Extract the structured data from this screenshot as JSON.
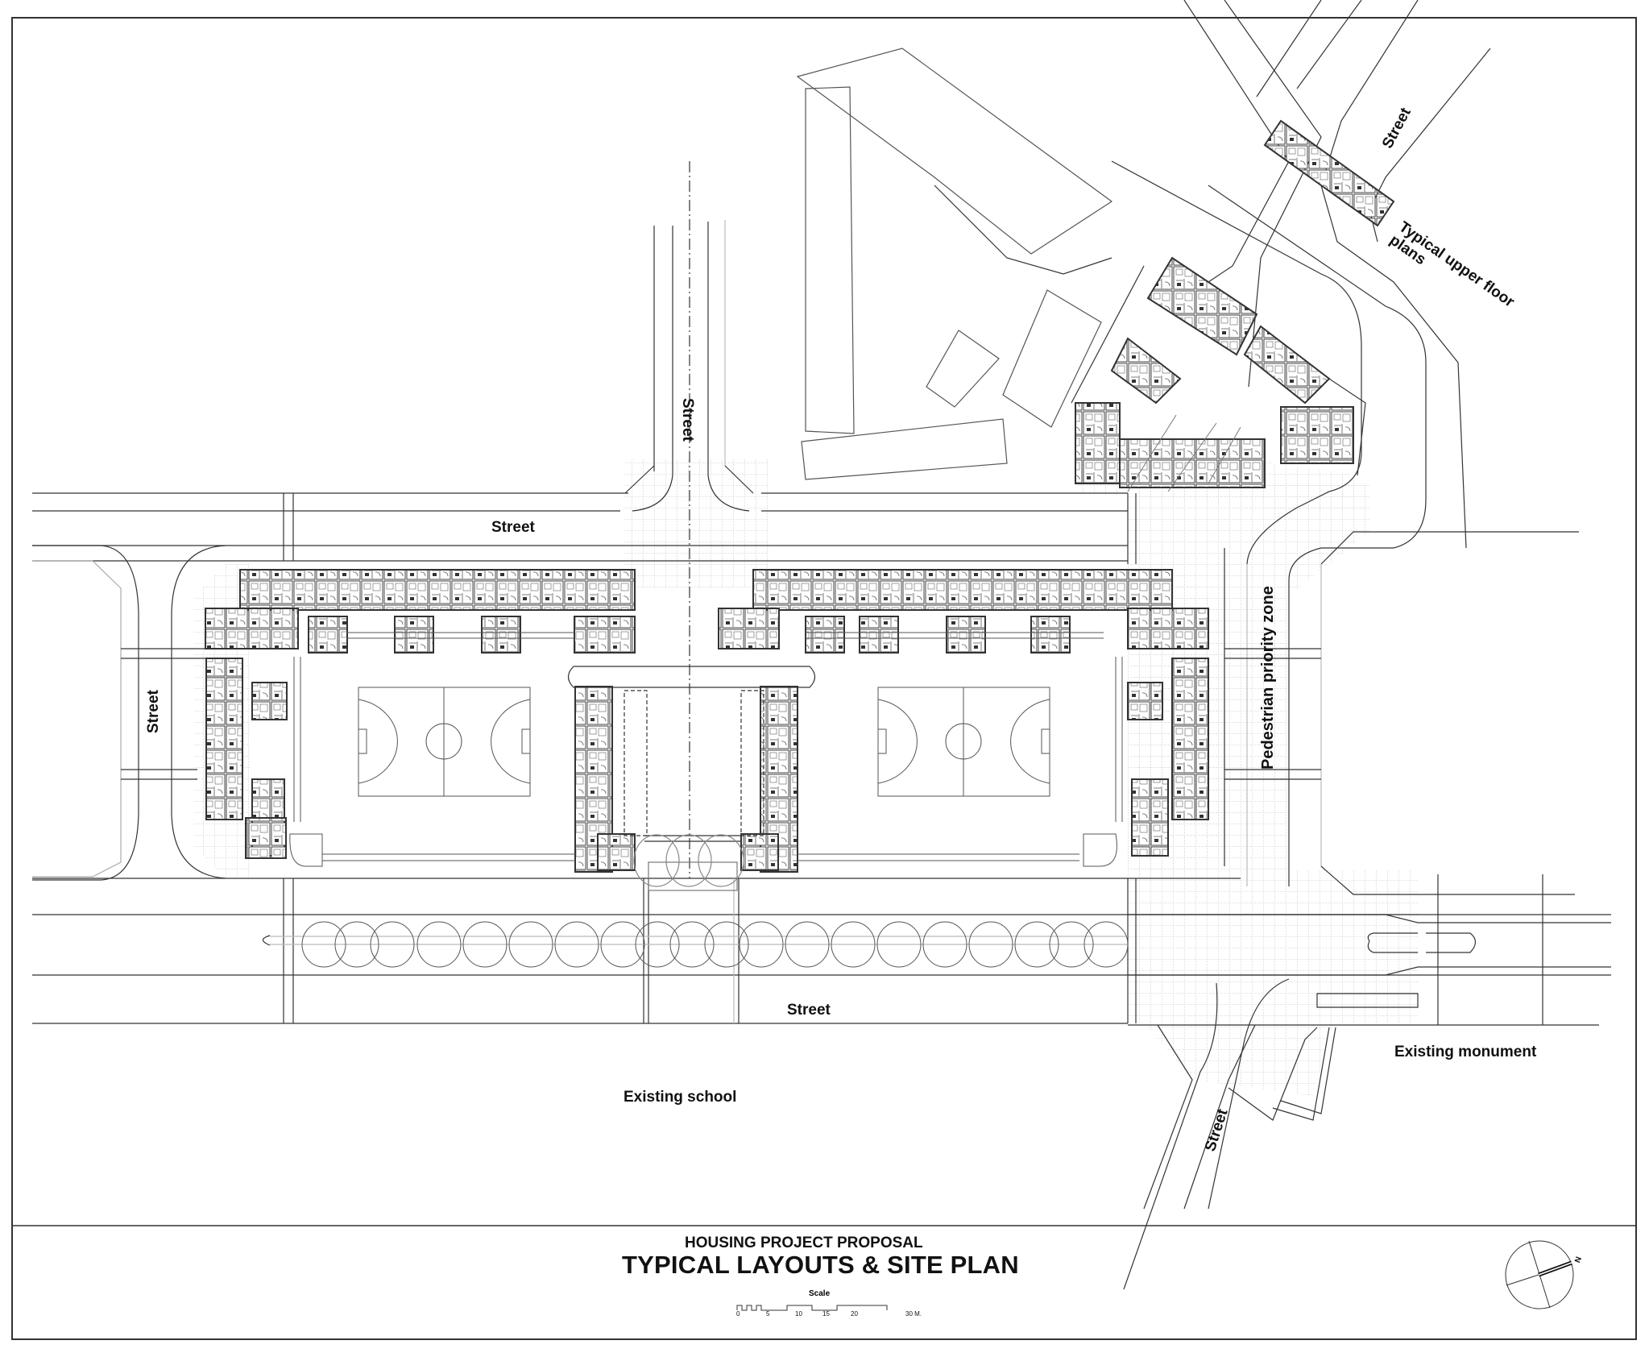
{
  "title_block": {
    "project": "HOUSING PROJECT PROPOSAL",
    "title": "TYPICAL LAYOUTS & SITE PLAN",
    "scale_label": "Scale",
    "scale_ticks": [
      "0",
      "5",
      "10",
      "15",
      "20",
      "30 M."
    ]
  },
  "north_arrow": {
    "label": "N",
    "icon": "north-arrow-icon"
  },
  "labels": {
    "street_north_vertical": "Street",
    "street_top_horizontal": "Street",
    "street_west_vertical": "Street",
    "street_bottom_horizontal": "Street",
    "street_northeast_diagonal": "Street",
    "street_southeast_diagonal": "Street",
    "pedestrian_zone": "Pedestrian priority zone",
    "upper_floor_plans": "Typical upper floor plans",
    "existing_school": "Existing school",
    "existing_monument": "Existing monument"
  },
  "colors": {
    "line": "#333333",
    "light_line": "#b5b5b5",
    "paving_grid": "#c8c8c8",
    "background": "#ffffff"
  }
}
